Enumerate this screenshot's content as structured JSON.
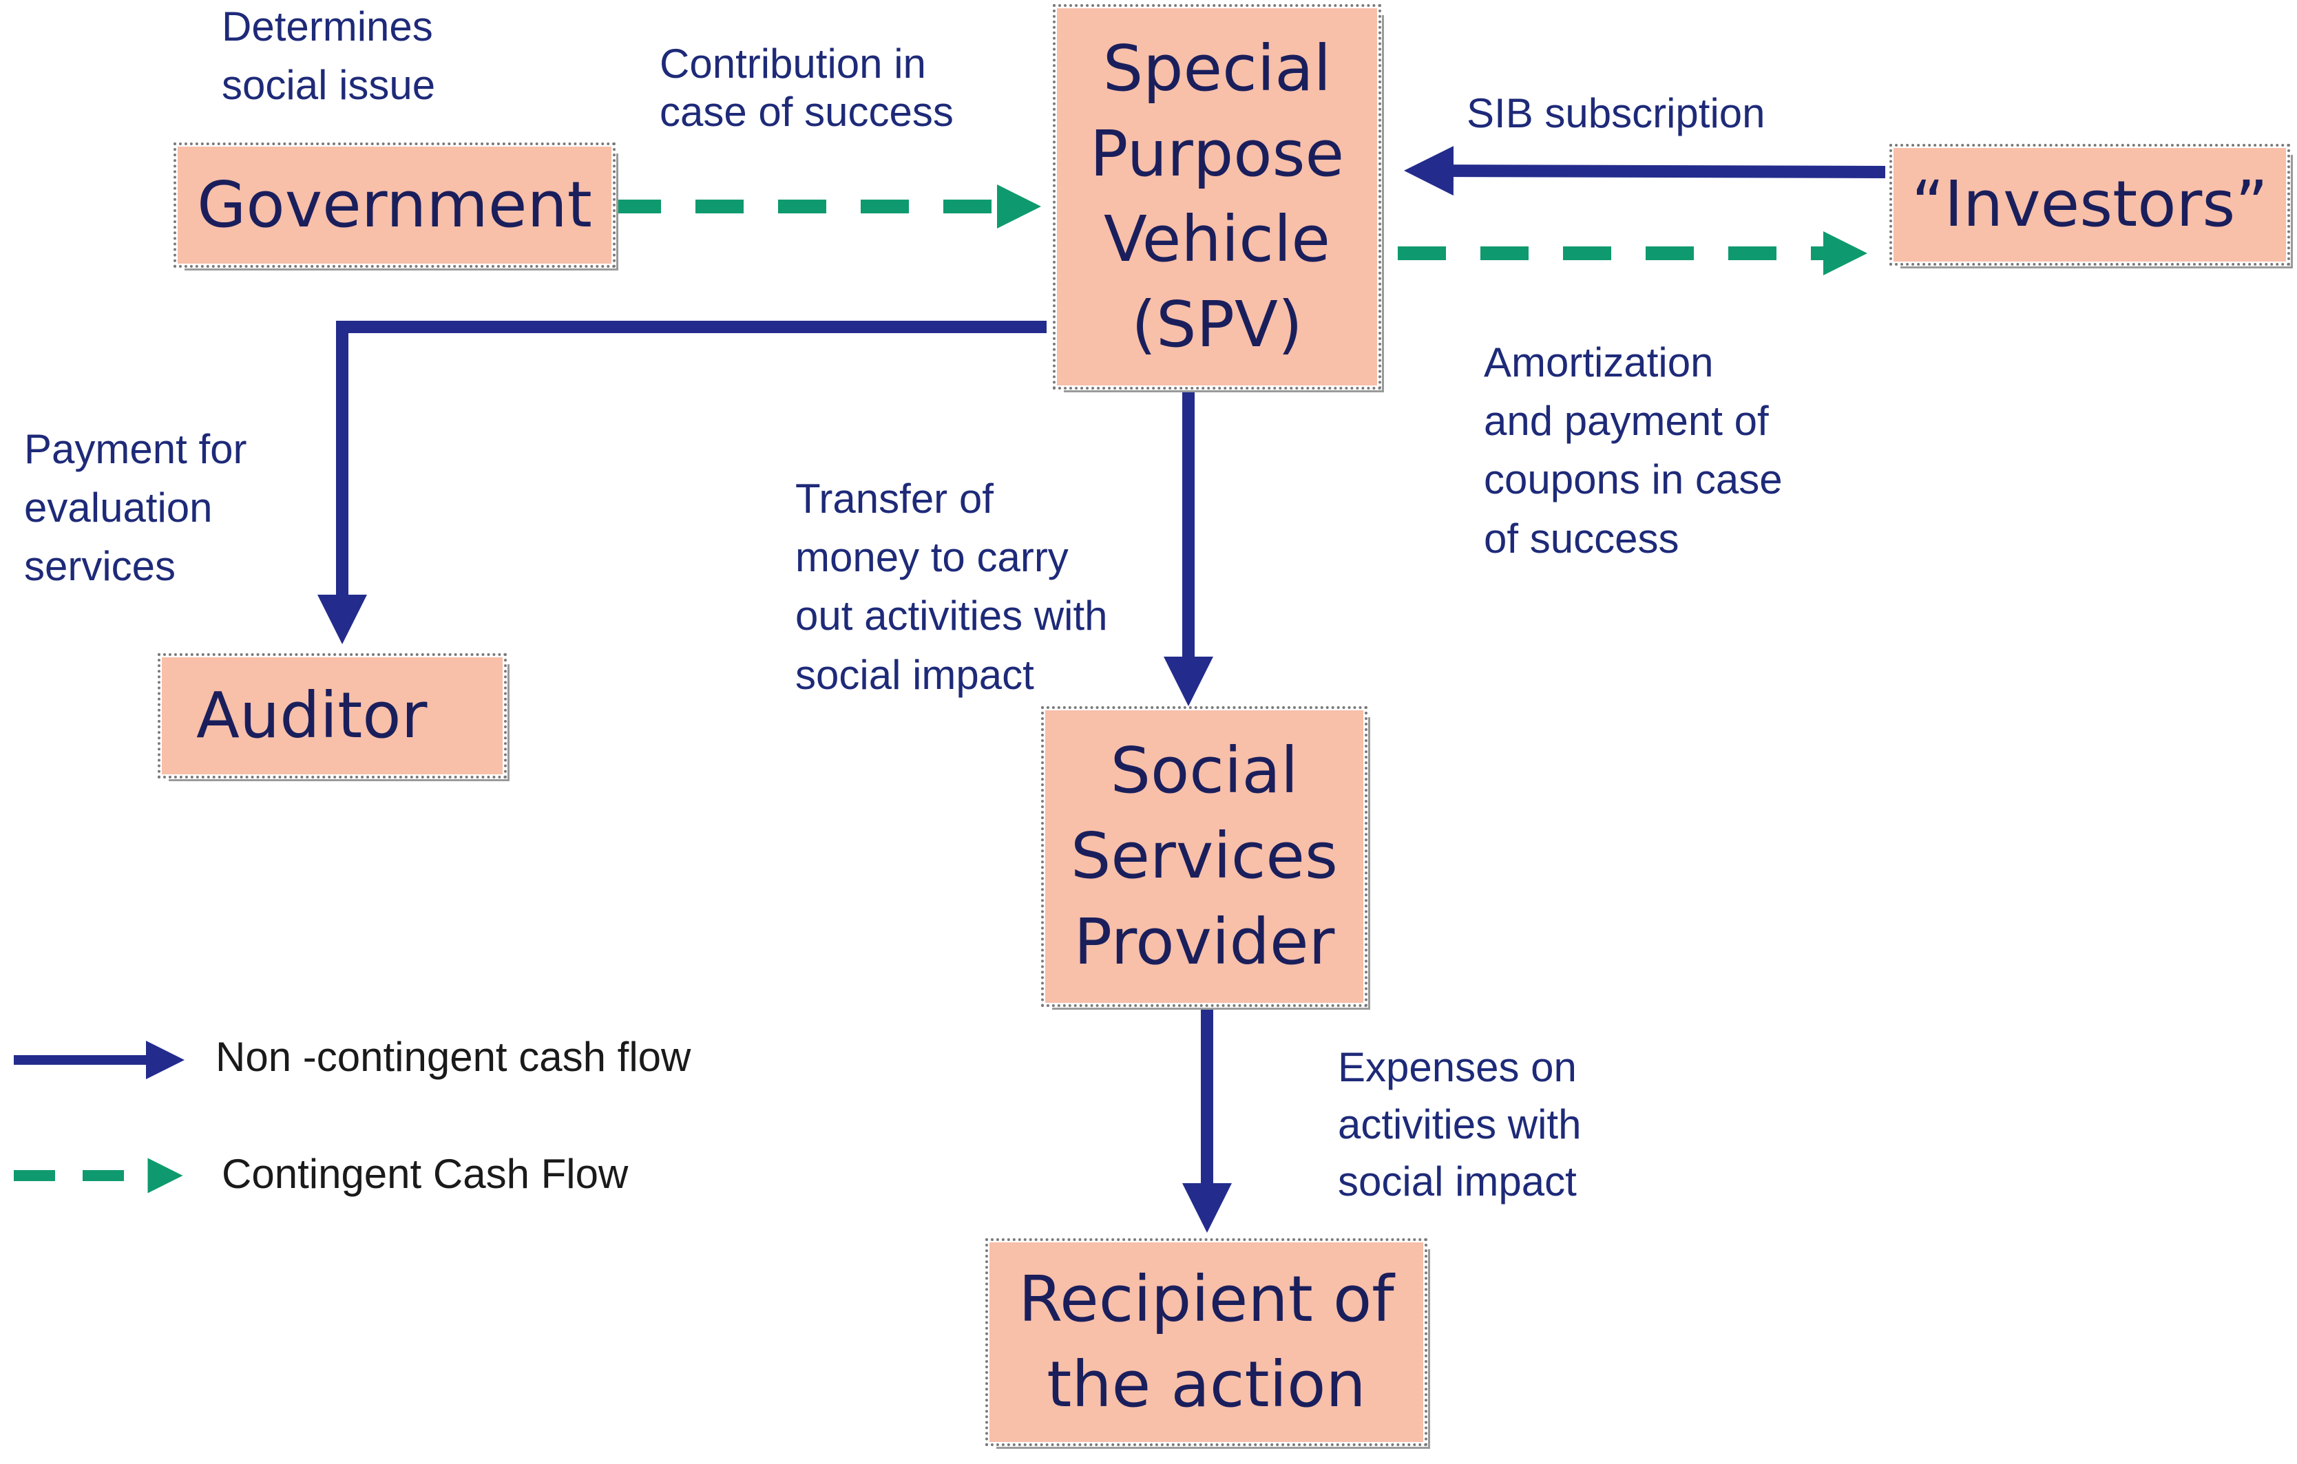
{
  "nodes": {
    "government": "Government",
    "spv": "Special\nPurpose\nVehicle\n(SPV)",
    "investors": "“Investors”",
    "auditor": "Auditor",
    "social_services_provider": "Social\nServices\nProvider",
    "recipient": "Recipient of\nthe action"
  },
  "edge_labels": {
    "determines_social_issue": "Determines\nsocial issue",
    "contribution": "Contribution  in\n case of success",
    "sib_subscription": "SIB  subscription",
    "amortization": "Amortization\nand payment of\ncoupons in case\nof success",
    "payment_evaluation": "Payment for\nevaluation\nservices",
    "transfer_money": "Transfer of\nmoney to carry\nout activities with\nsocial impact",
    "expenses": "Expenses  on\nactivities with\nsocial impact"
  },
  "legend": {
    "non_contingent": "Non -contingent  cash flow",
    "contingent": "Contingent  Cash Flow"
  },
  "colors": {
    "box_fill": "#F8BFA9",
    "non_contingent_arrow": "#232C8C",
    "contingent_arrow": "#0E9A6E",
    "text": "#1E2A78"
  }
}
